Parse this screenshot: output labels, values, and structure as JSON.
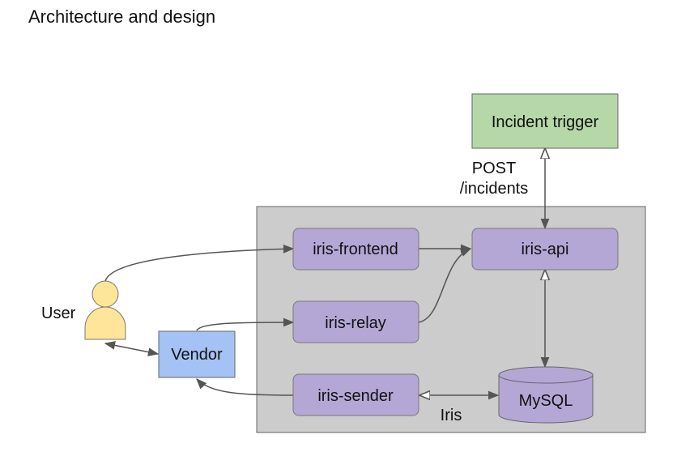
{
  "title": "Architecture and design",
  "nodes": {
    "incident_trigger": "Incident trigger",
    "iris_frontend": "iris-frontend",
    "iris_api": "iris-api",
    "iris_relay": "iris-relay",
    "iris_sender": "iris-sender",
    "mysql": "MySQL",
    "vendor": "Vendor",
    "user": "User"
  },
  "edge_labels": {
    "post_line1": "POST",
    "post_line2": "/incidents",
    "iris": "Iris"
  },
  "colors": {
    "trigger_fill": "#b6d7a8",
    "service_fill": "#b4a7d6",
    "vendor_fill": "#a4c2f4",
    "user_fill": "#ffe599",
    "container_fill": "#cccccc"
  }
}
